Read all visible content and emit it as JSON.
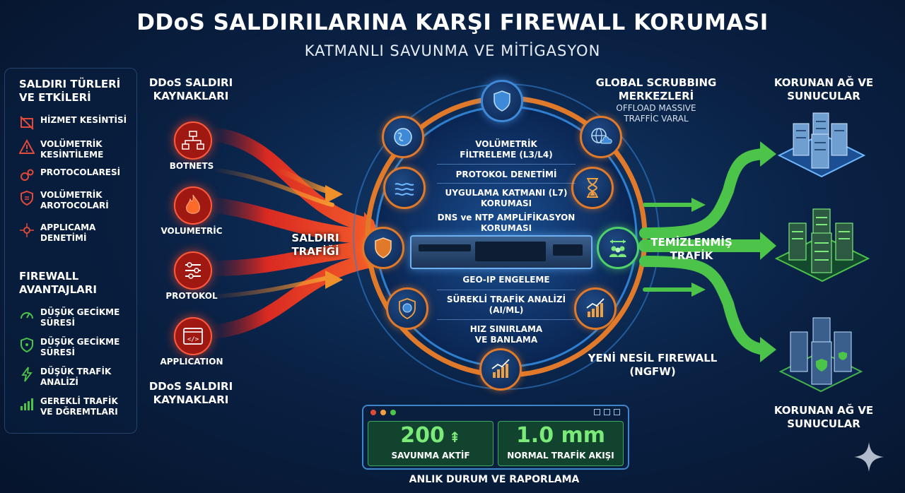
{
  "header": {
    "title": "DDoS SALDIRILARINA KARŞI FIREWALL KORUMASI",
    "subtitle": "KATMANLI SAVUNMA VE MİTİGASYON"
  },
  "left_panel": {
    "attacks_title_1": "SALDIRI TÜRLERİ",
    "attacks_title_2": "VE ETKİLERİ",
    "attack_items": [
      {
        "line1": "HİZMET KESİNTİSİ",
        "line2": "",
        "icon": "slash-crossed-icon"
      },
      {
        "line1": "VOLÜMETRİK",
        "line2": "KESİNTİLEME",
        "icon": "warning-triangle-icon"
      },
      {
        "line1": "PROTOCOLARESİ",
        "line2": "",
        "icon": "gears-icon"
      },
      {
        "line1": "VOLÜMETRİK",
        "line2": "AROTOCOLARİ",
        "icon": "shield-doc-icon"
      },
      {
        "line1": "APPLICAMA",
        "line2": "DENETİMİ",
        "icon": "network-bug-icon"
      }
    ],
    "advantages_title_1": "FIREWALL",
    "advantages_title_2": "AVANTAJLARI",
    "advantage_items": [
      {
        "line1": "DÜŞÜK GECİKME",
        "line2": "SÜRESİ",
        "icon": "speedometer-icon"
      },
      {
        "line1": "DÜŞÜK GECİKME",
        "line2": "SÜRESİ",
        "icon": "shield-circuit-icon"
      },
      {
        "line1": "DÜŞÜK TRAFİK",
        "line2": "ANALİZİ",
        "icon": "lightning-icon"
      },
      {
        "line1": "GEREKLİ TRAFİK",
        "line2": "VE DĞREMTLARI",
        "icon": "bar-chart-icon"
      }
    ]
  },
  "sources": {
    "title_top_1": "DDoS SALDIRI",
    "title_top_2": "KAYNAKLARI",
    "title_bottom_1": "DDoS SALDIRI",
    "title_bottom_2": "KAYNAKLARI",
    "items": [
      {
        "label": "BOTNETS",
        "icon": "network-tree-icon"
      },
      {
        "label": "VOLUMETRİC",
        "icon": "fire-icon"
      },
      {
        "label": "PROTOKOL",
        "icon": "sliders-icon"
      },
      {
        "label": "APPLICATION",
        "icon": "code-window-icon"
      }
    ],
    "attack_traffic_1": "SALDIRI",
    "attack_traffic_2": "TRAFİĞİ"
  },
  "firewall": {
    "layers_top": [
      "VOLÜMETRİK",
      "FİLTRELEME (L3/L4)",
      "PROTOKOL DENETİMİ",
      "UYGULAMA KATMANI (L7)",
      "KORUMASI",
      "DNS ve NTP AMPLİFİKASYON",
      "KORUMASI"
    ],
    "layers_bottom": [
      "GEO-IP ENGELEME",
      "SÜREKLİ TRAFİK ANALİZİ",
      "(AI/ML)",
      "HIZ SINIRLAMA",
      "VE BANLAMA"
    ]
  },
  "right": {
    "scrubbing_1": "GLOBAL SCRUBBING",
    "scrubbing_2": "MERKEZLERİ",
    "scrubbing_sub_1": "OFFLOAD MASSIVE",
    "scrubbing_sub_2": "TRAFFİC VARAL",
    "clean_1": "TEMİZLENMİŞ",
    "clean_2": "TRAFİK",
    "ngfw_1": "YENİ NESİL FIREWALL",
    "ngfw_2": "(NGFW)",
    "protected_top_1": "KORUNAN AĞ VE",
    "protected_top_2": "SUNUCULAR",
    "protected_bottom_1": "KORUNAN AĞ VE",
    "protected_bottom_2": "SUNUCULAR"
  },
  "dashboard": {
    "card1_value": "200",
    "card1_label": "SAVUNMA AKTİF",
    "card2_value": "1.0 mm",
    "card2_label": "NORMAL TRAFİK AKIŞI",
    "caption": "ANLIK DURUM VE RAPORLAMA"
  },
  "colors": {
    "attack_red": "#e8322a",
    "attack_orange": "#f07a22",
    "clean_green": "#4cc44a",
    "ring_orange": "#e07a2a",
    "ring_blue": "#2f7fd0"
  }
}
